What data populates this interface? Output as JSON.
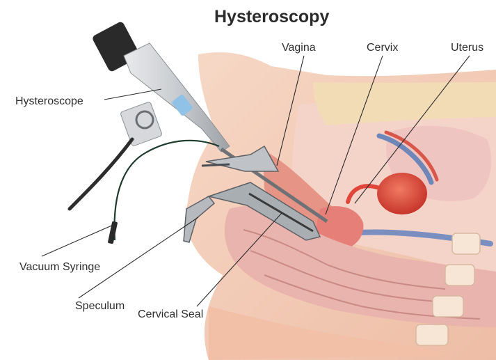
{
  "title": "Hysteroscopy",
  "labels": {
    "vagina": "Vagina",
    "cervix": "Cervix",
    "uterus": "Uterus",
    "hysteroscope": "Hysteroscope",
    "vacuum_syringe": "Vacuum Syringe",
    "speculum": "Speculum",
    "cervical_seal": "Cervical Seal"
  },
  "colors": {
    "skin": "#f2c9b3",
    "tissue": "#e8a79a",
    "organ_red": "#d9453a",
    "vessel_blue": "#6f86b8",
    "instrument_gray": "#b9bdc2",
    "text": "#2f2f2f"
  }
}
